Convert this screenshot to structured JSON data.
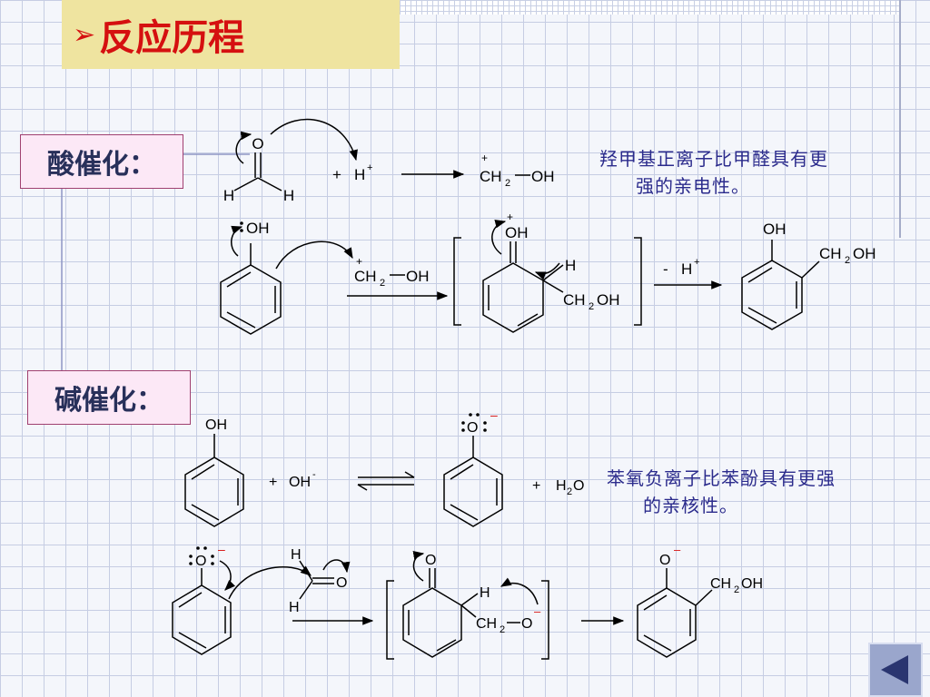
{
  "slide": {
    "title_arrow": "➢",
    "title": "反应历程",
    "acid_label": "酸催化：",
    "base_label": "碱催化：",
    "note_acid": [
      "羟甲基正离子比甲醛具有更",
      "强的亲电性。"
    ],
    "note_base": [
      "苯氧负离子比苯酚具有更强",
      "的亲核性。"
    ],
    "nav_back_icon": "triangle-left-icon"
  },
  "colors": {
    "title_red": "#d51010",
    "title_bg": "#efe4a0",
    "label_bg": "#fce8f6",
    "label_text": "#28305a",
    "note_text": "#2b2b8c",
    "charge_red": "#d51010"
  },
  "scheme": {
    "O": "O",
    "H": "H",
    "OH": "OH",
    "plus": "+",
    "minus": "–",
    "H_plus": "H",
    "sup_plus": "+",
    "sup_minus": "-",
    "CH": "CH",
    "sub_2": "2",
    "minus_H": "-",
    "H2O_H": "H",
    "H2O_O": "O"
  }
}
